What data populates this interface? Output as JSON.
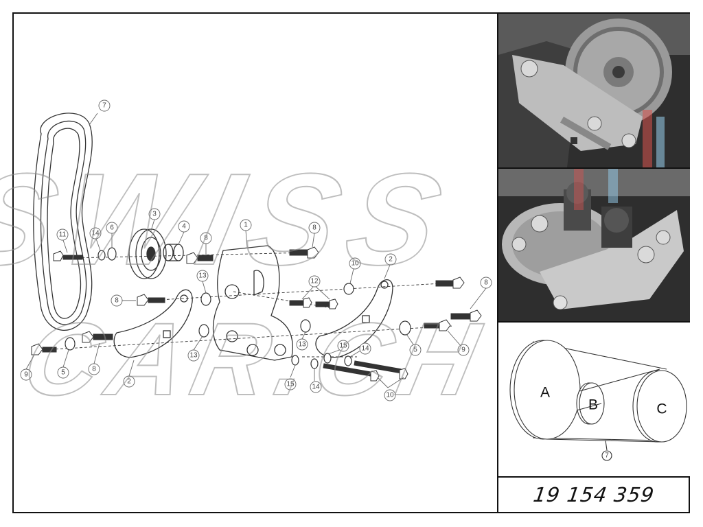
{
  "part_number": "19 154 359",
  "belt_diagram": {
    "pulley_a": "A",
    "pulley_b": "B",
    "pulley_c": "C",
    "belt_callout": "7"
  },
  "callouts": {
    "c1": "1",
    "c2a": "2",
    "c2b": "2",
    "c3": "3",
    "c4": "4",
    "c5a": "5",
    "c5b": "5",
    "c6": "6",
    "c7": "7",
    "c8a": "8",
    "c8b": "8",
    "c8c": "8",
    "c8d": "8",
    "c8e": "8",
    "c9a": "9",
    "c9b": "9",
    "c10a": "10",
    "c10b": "10",
    "c11": "11",
    "c12": "12",
    "c13a": "13",
    "c13b": "13",
    "c13c": "13",
    "c14a": "14",
    "c14b": "14",
    "c14c": "14",
    "c15a": "15",
    "c15b": "15"
  },
  "watermark": {
    "line1": "SWISS",
    "line2": "CAR.CH"
  },
  "colors": {
    "frame": "#111111",
    "line": "#333333",
    "photo_dark": "#2e2e2e",
    "photo_metal": "#bdbdbd",
    "accent_red": "#d9534f",
    "accent_blue": "#8fc3e0"
  }
}
